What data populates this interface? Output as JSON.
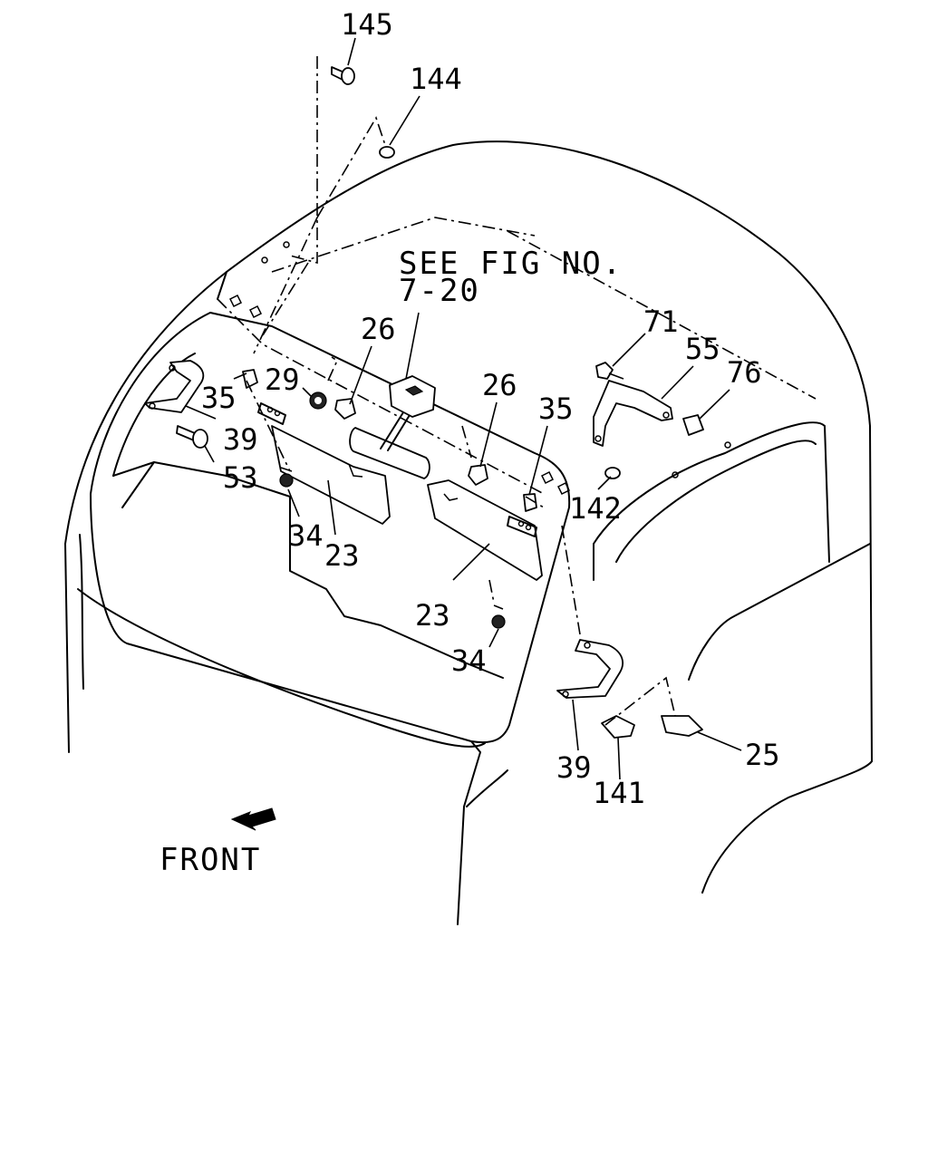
{
  "note": {
    "line1": "SEE FIG NO.",
    "line2": "7-20"
  },
  "front_label": "FRONT",
  "callouts": {
    "c145": "145",
    "c144": "144",
    "c35_left": "35",
    "c29": "29",
    "c26_left": "26",
    "c39_left": "39",
    "c53": "53",
    "c34_left": "34",
    "c23_left": "23",
    "c26_right": "26",
    "c35_right": "35",
    "c71": "71",
    "c55": "55",
    "c76": "76",
    "c142": "142",
    "c23_right": "23",
    "c34_right": "34",
    "c39_right": "39",
    "c141": "141",
    "c25": "25"
  }
}
